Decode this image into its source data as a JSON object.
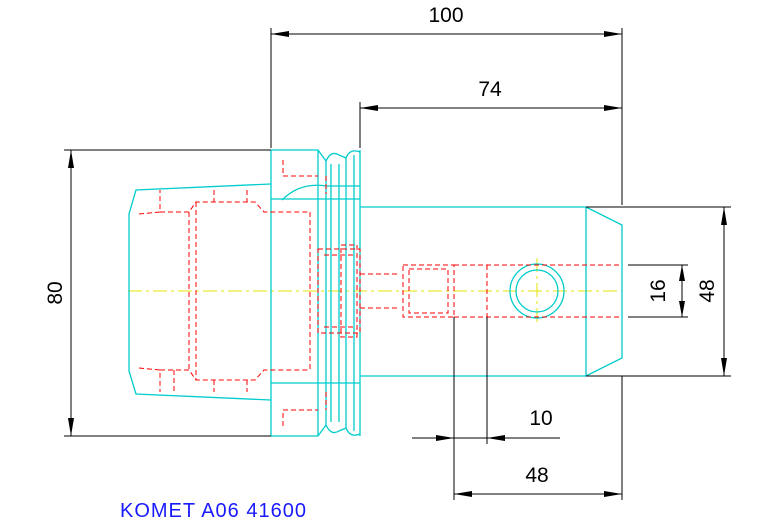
{
  "dimensions": {
    "overall_length": "100",
    "shank_length": "74",
    "flange_diameter": "80",
    "body_diameter": "48",
    "bore_diameter": "16",
    "screw_offset": "10",
    "bore_depth": "48"
  },
  "caption": "KOMET A06 41600",
  "colors": {
    "outline": "#00cccc",
    "hidden": "#ff0000",
    "centerline": "#e6e600",
    "dimension": "#000000",
    "caption": "#1a1aff"
  }
}
